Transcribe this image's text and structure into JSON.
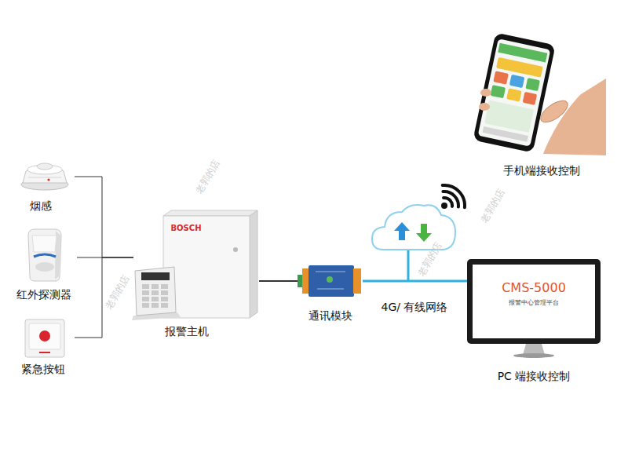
{
  "diagram": {
    "nodes": [
      {
        "text": [
          "烟感"
        ]
      },
      {
        "text": [
          "红外探测器"
        ]
      },
      {
        "text": [
          "紧急按钮"
        ]
      },
      {
        "text": [
          "BOSCH",
          "报警主机"
        ]
      },
      {
        "text": [
          "通讯模块"
        ]
      },
      {
        "text": [
          "手机端接收控制"
        ]
      },
      {
        "text": [
          "CMS-5000",
          "报警中心管理平台",
          "PC 端接收控制"
        ]
      }
    ],
    "edges": [
      {
        "from": 0,
        "to": 3,
        "arrow": "none"
      },
      {
        "from": 1,
        "to": 3,
        "arrow": "none"
      },
      {
        "from": 2,
        "to": 3,
        "arrow": "none"
      },
      {
        "from": 3,
        "to": 4,
        "arrow": "none"
      },
      {
        "from": 4,
        "to": 6,
        "label": "4G/ 有线网络",
        "arrow": "none"
      }
    ],
    "labels": [
      "老郭的店",
      "老郭的店",
      "老郭的店",
      "老郭的店"
    ]
  }
}
